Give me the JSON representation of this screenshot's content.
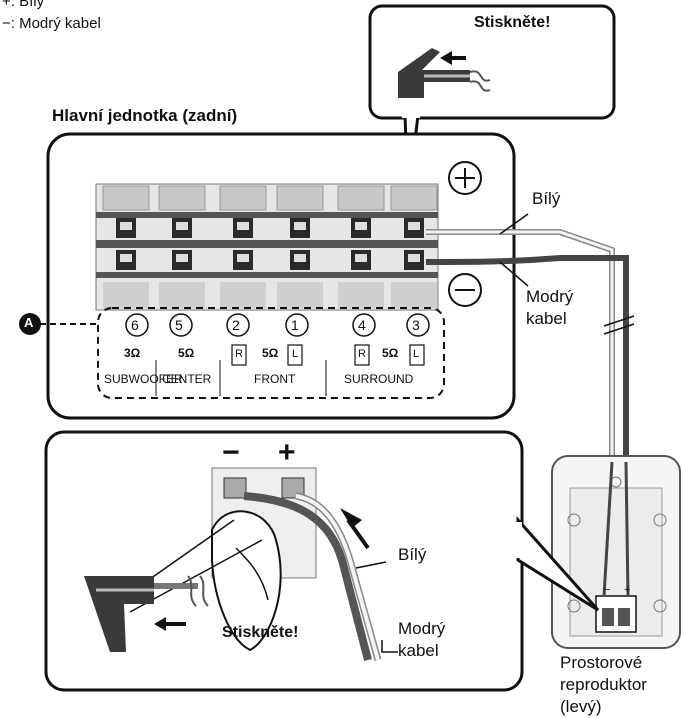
{
  "legend": {
    "plus": "+: Bílý",
    "minus": "−: Modrý kabel"
  },
  "top_callout": {
    "press": "Stiskněte!"
  },
  "main_unit": {
    "title": "Hlavní jednotka (zadní)",
    "plus_symbol": "+",
    "minus_symbol": "−",
    "label_A": "A",
    "terminals": [
      {
        "num": "6",
        "group": "SUBWOOFER"
      },
      {
        "num": "5",
        "group": "CENTER"
      },
      {
        "num": "2",
        "side": "R"
      },
      {
        "num": "1",
        "side": "L"
      },
      {
        "num": "4",
        "side": "R"
      },
      {
        "num": "3",
        "side": "L"
      }
    ],
    "impedance": {
      "subwoofer": "3Ω",
      "center": "5Ω",
      "front": "5Ω",
      "surround": "5Ω"
    },
    "groups": {
      "subwoofer": "SUBWOOFER",
      "center": "CENTER",
      "front": "FRONT",
      "surround": "SURROUND"
    }
  },
  "wires": {
    "white": "Bílý",
    "blue_line1": "Modrý",
    "blue_line2": "kabel"
  },
  "bottom_callout": {
    "minus": "−",
    "plus": "+",
    "press": "Stiskněte!",
    "white": "Bílý",
    "blue_line1": "Modrý",
    "blue_line2": "kabel"
  },
  "speaker": {
    "line1": "Prostorové",
    "line2": "reproduktor",
    "line3": "(levý)",
    "minus": "−",
    "plus": "+"
  }
}
